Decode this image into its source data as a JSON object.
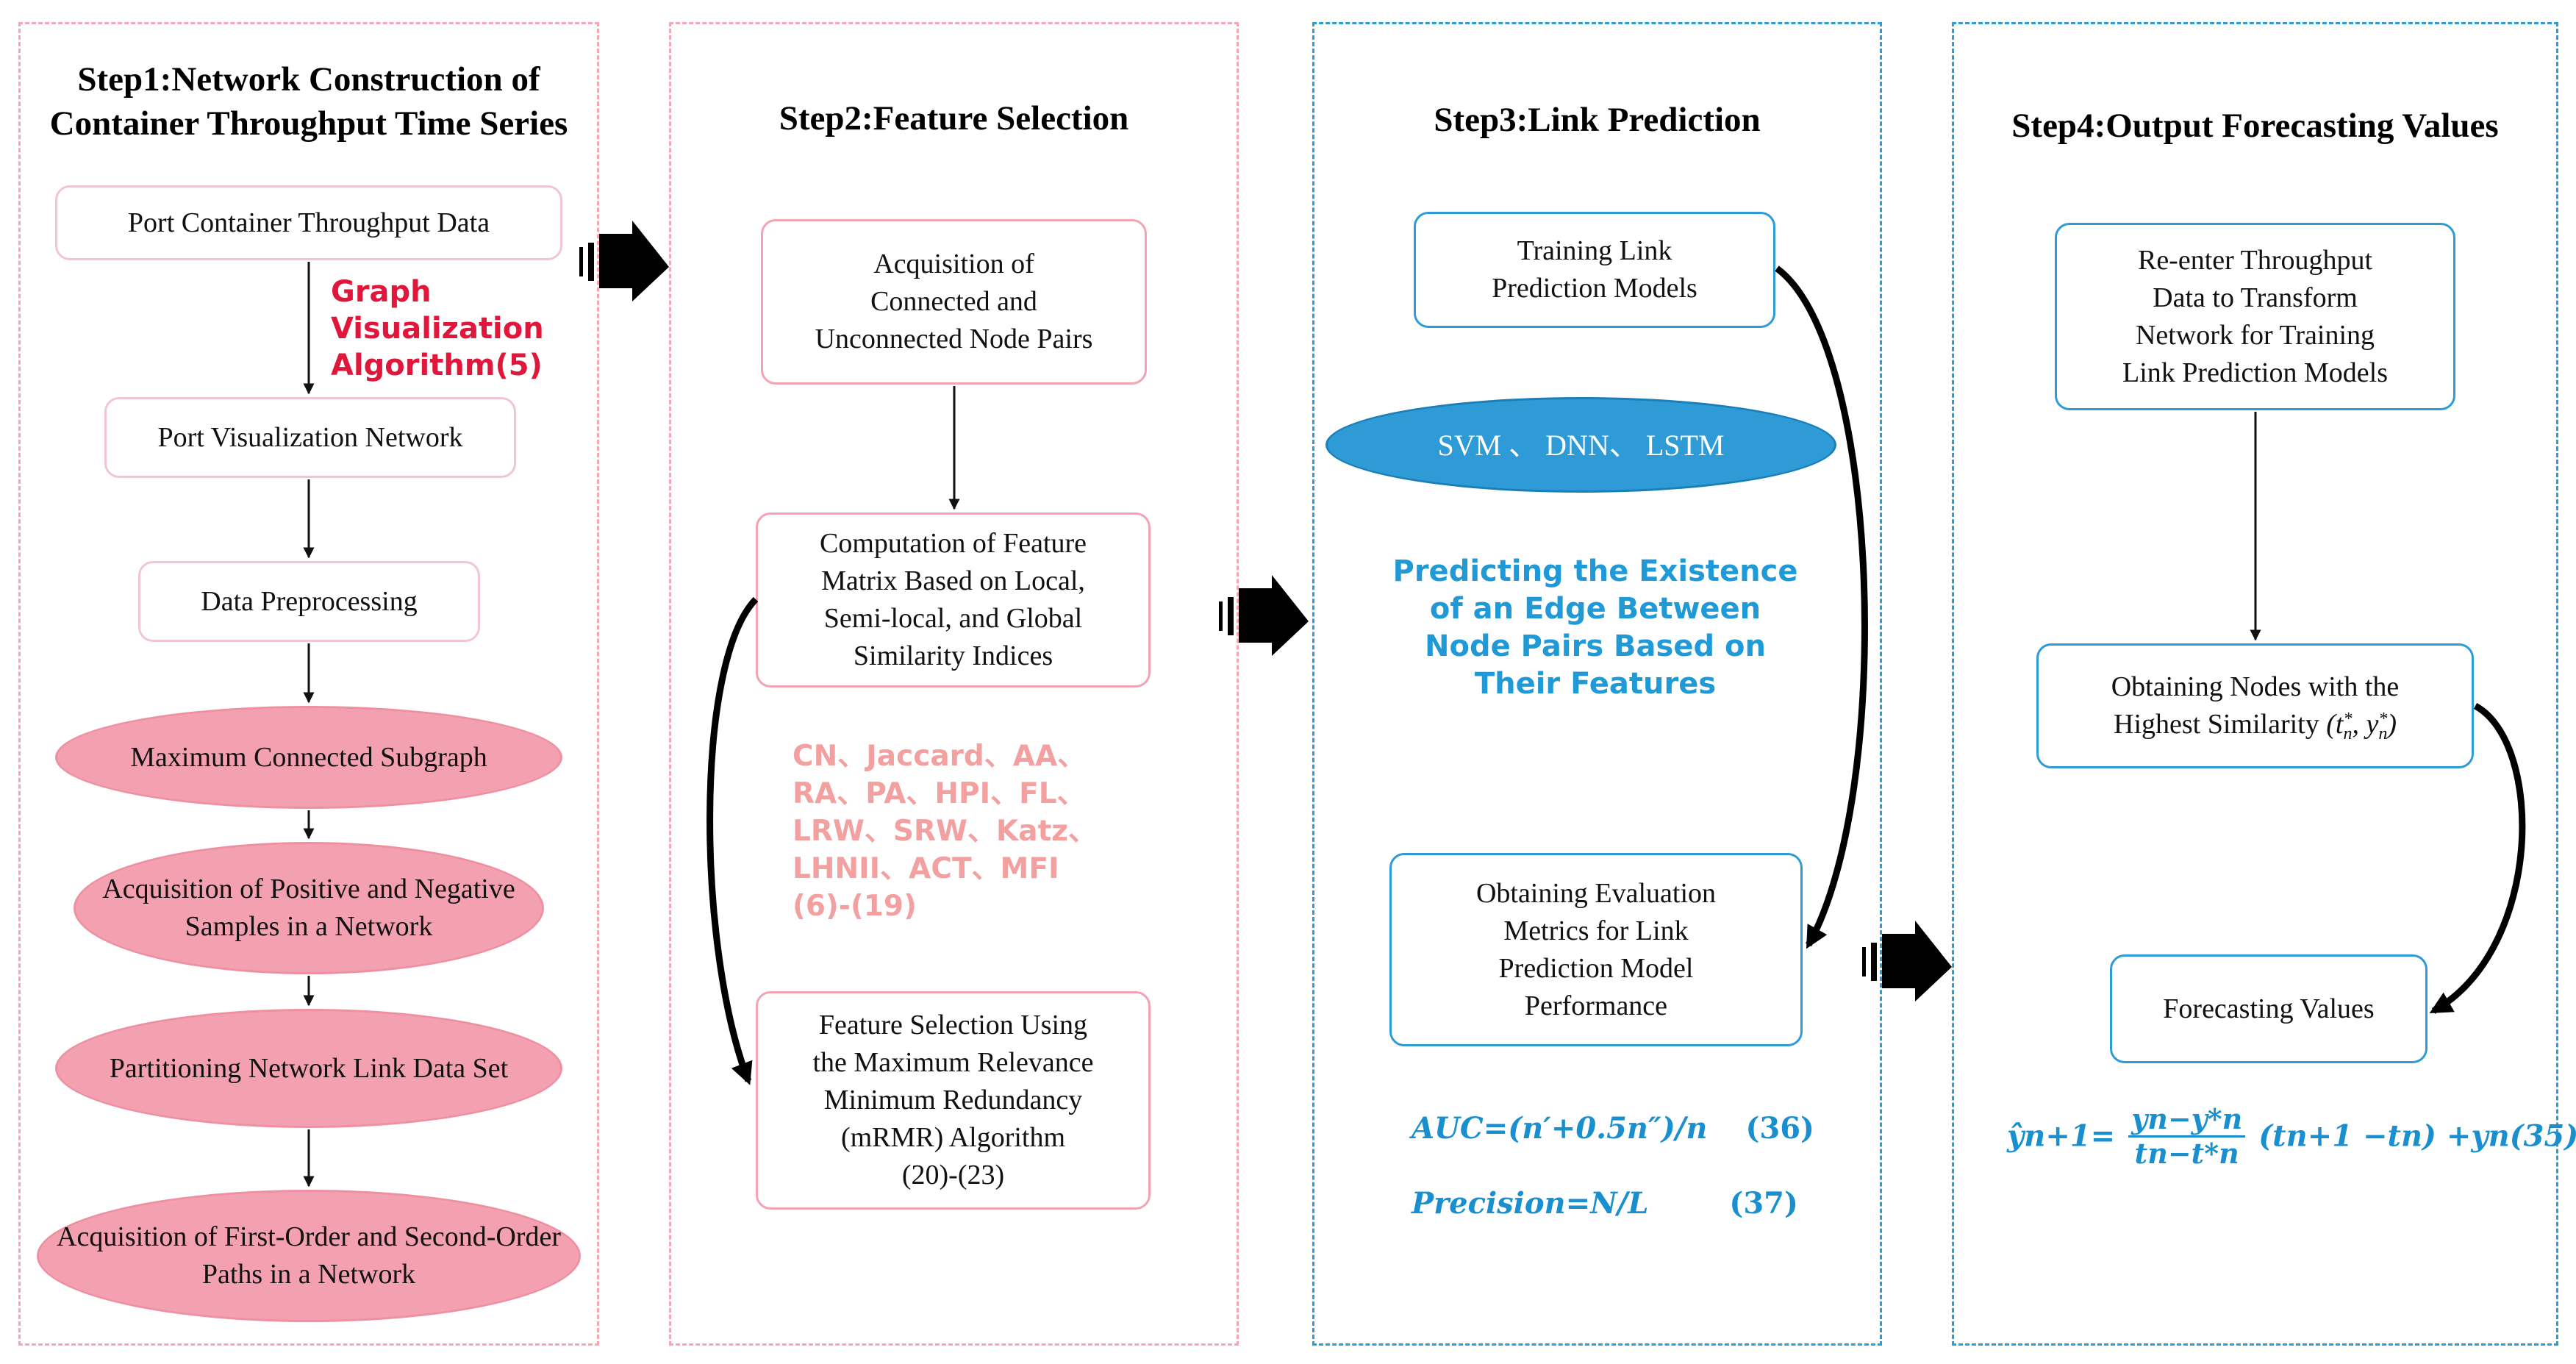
{
  "panels": {
    "step1": {
      "title_line1": "Step1:Network Construction of",
      "title_line2": "Container Throughput Time Series",
      "throughput_data": "Port Container Throughput Data",
      "algorithm_line1": "Graph",
      "algorithm_line2": "Visualization",
      "algorithm_line3": "Algorithm(5)",
      "visualization_network": "Port Visualization Network",
      "preprocessing": "Data Preprocessing",
      "subgraph_line1": "Maximum Connected",
      "subgraph_line2": "Subgraph",
      "samples_line1": "Acquisition of",
      "samples_line2": "Positive and Negative",
      "samples_line3": "Samples in a Network",
      "partition_line1": "Partitioning Network",
      "partition_line2": "Link Data Set",
      "paths_line1": "Acquisition of First-Order",
      "paths_line2": "and Second-Order Paths",
      "paths_line3": "in a Network"
    },
    "step2": {
      "title": "Step2:Feature Selection",
      "node_pairs_line1": "Acquisition of",
      "node_pairs_line2": "Connected and",
      "node_pairs_line3": "Unconnected Node Pairs",
      "matrix_line1": "Computation of Feature",
      "matrix_line2": "Matrix Based on Local,",
      "matrix_line3": "Semi-local, and Global",
      "matrix_line4": "Similarity Indices",
      "indices_line1": "CN、Jaccard、AA、",
      "indices_line2": "RA、PA、HPI、FL、",
      "indices_line3": "LRW、SRW、Katz、",
      "indices_line4": "LHNII、ACT、MFI",
      "indices_line5": "(6)-(19)",
      "mrmr_line1": "Feature Selection Using",
      "mrmr_line2": "the Maximum Relevance",
      "mrmr_line3": "Minimum Redundancy",
      "mrmr_line4": "(mRMR) Algorithm",
      "mrmr_line5": "(20)-(23)"
    },
    "step3": {
      "title": "Step3:Link Prediction",
      "training_line1": "Training Link",
      "training_line2": "Prediction Models",
      "models": "SVM 、 DNN、 LSTM",
      "predict_line1": "Predicting the Existence",
      "predict_line2": "of an Edge Between",
      "predict_line3": "Node Pairs Based on",
      "predict_line4": "Their Features",
      "metrics_line1": "Obtaining Evaluation",
      "metrics_line2": "Metrics for Link",
      "metrics_line3": "Prediction Model",
      "metrics_line4": "Performance",
      "auc_formula": "AUC=(n′+0.5n″)/n",
      "auc_eq": "(36)",
      "precision_formula": "Precision=N/L",
      "precision_eq": "(37)"
    },
    "step4": {
      "title": "Step4:Output Forecasting Values",
      "reenter_line1": "Re-enter Throughput",
      "reenter_line2": "Data to Transform",
      "reenter_line3": "Network for Training",
      "reenter_line4": "Link Prediction Models",
      "similar_line1": "Obtaining Nodes with the",
      "similar_line2": "Highest Similarity",
      "similar_math": "(t*n , y*n)",
      "forecast": "Forecasting Values",
      "formula_lhs": "ŷn+1=",
      "formula_num": "yn−y*n",
      "formula_den": "tn−t*n",
      "formula_rhs": "(tn+1 −tn) +yn(35)"
    }
  },
  "colors": {
    "pink_border": "#f5a6b4",
    "pink_fill": "#f3a1b0",
    "blue_border": "#2e9bd6",
    "red_text": "#e0163a",
    "salmon_text": "#f2a0a0",
    "blue_text": "#1f9ad6"
  }
}
